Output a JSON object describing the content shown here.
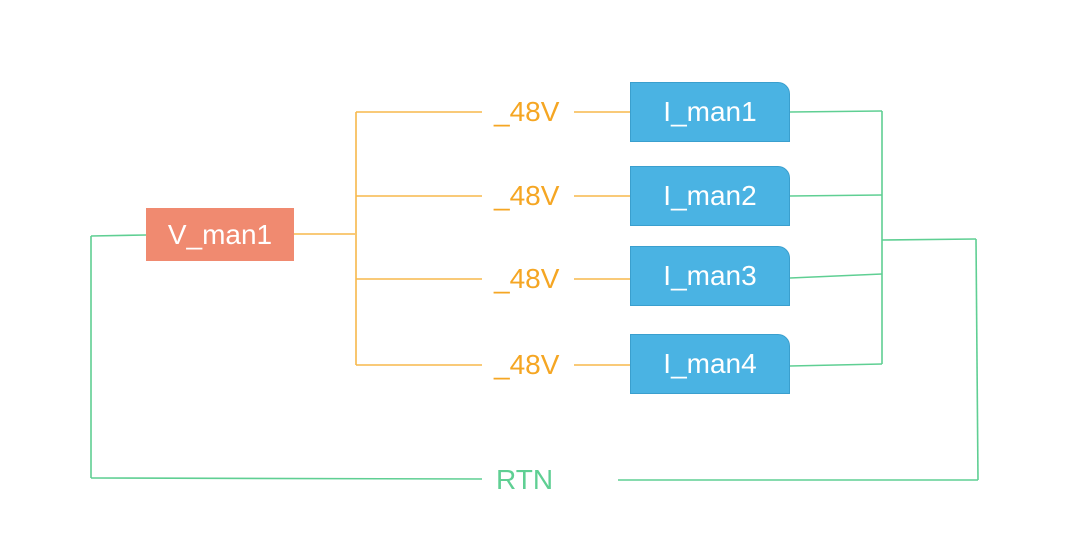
{
  "source": {
    "label": "V_man1"
  },
  "branches": [
    {
      "voltage_label": "_48V",
      "load_label": "I_man1"
    },
    {
      "voltage_label": "_48V",
      "load_label": "I_man2"
    },
    {
      "voltage_label": "_48V",
      "load_label": "I_man3"
    },
    {
      "voltage_label": "_48V",
      "load_label": "I_man4"
    }
  ],
  "return": {
    "label": "RTN"
  },
  "colors": {
    "supply_wire": "#f7b84b",
    "return_wire": "#5fcf93",
    "source_fill": "#f08a70",
    "load_fill": "#4ab3e3",
    "voltage_text": "#f5a623"
  }
}
